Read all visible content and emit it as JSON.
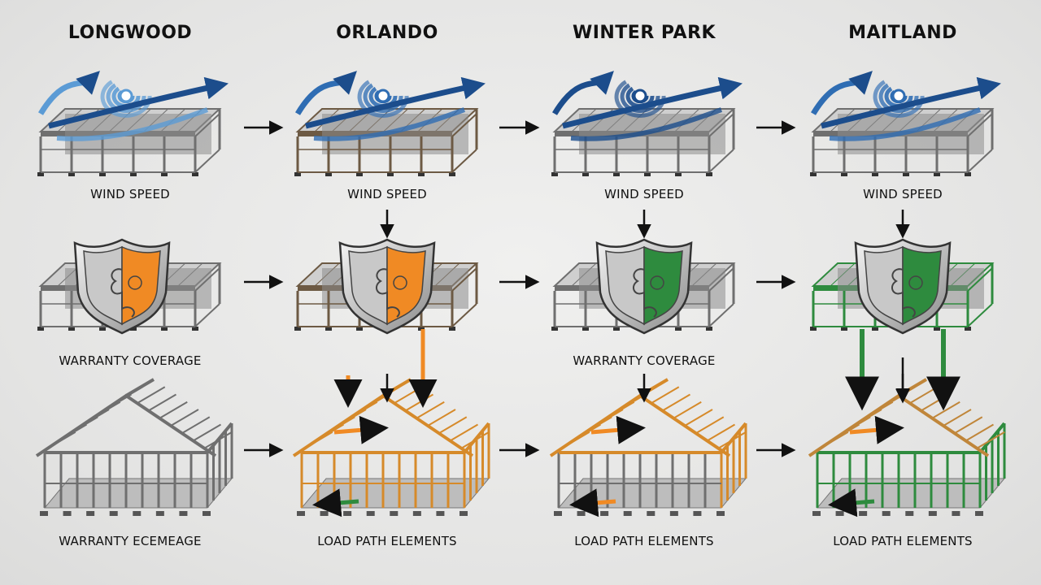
{
  "columns": [
    {
      "title": "LONGWOOD",
      "labels": {
        "wind": "WIND SPEED",
        "warranty": "WARRANTY COVERAGE",
        "load": "WARRANTY ECEMEAGE"
      }
    },
    {
      "title": "ORLANDO",
      "labels": {
        "wind": "WIND SPEED",
        "warranty": "",
        "load": "LOAD PATH ELEMENTS"
      }
    },
    {
      "title": "WINTER PARK",
      "labels": {
        "wind": "WIND SPEED",
        "warranty": "WARRANTY COVERAGE",
        "load": "LOAD PATH ELEMENTS"
      }
    },
    {
      "title": "MAITLAND",
      "labels": {
        "wind": "WIND SPEED",
        "warranty": "",
        "load": "LOAD PATH ELEMENTS"
      }
    }
  ],
  "colors": {
    "background": "#e6e6e5",
    "wind_light": "#5b9bd5",
    "wind_mid": "#2f6db3",
    "wind_dark": "#1c4d8c",
    "shield_gray": "#c8c8c8",
    "orange": "#f08a24",
    "green": "#2e8b3e",
    "frame_gray": "#6f6f6f",
    "frame_brown": "#6d5a44",
    "timber": "#d68a2a",
    "arrow": "#111111"
  },
  "cells": {
    "wind": [
      {
        "frame": "gray",
        "swirl": "light"
      },
      {
        "frame": "brown",
        "swirl": "mid"
      },
      {
        "frame": "gray",
        "swirl": "dark"
      },
      {
        "frame": "gray",
        "swirl": "mid"
      }
    ],
    "warranty": [
      {
        "frame": "gray",
        "shield_right": "orange"
      },
      {
        "frame": "brown",
        "shield_right": "orange"
      },
      {
        "frame": "gray",
        "shield_right": "green"
      },
      {
        "frame": "green",
        "shield_right": "green"
      }
    ],
    "load": [
      {
        "house": "gray"
      },
      {
        "house": "timber"
      },
      {
        "house": "timber-gray"
      },
      {
        "house": "green"
      }
    ]
  },
  "connectors": [
    {
      "type": "horizontal",
      "row": "wind",
      "from": 0
    },
    {
      "type": "horizontal",
      "row": "wind",
      "from": 1
    },
    {
      "type": "horizontal",
      "row": "wind",
      "from": 2
    },
    {
      "type": "horizontal",
      "row": "warranty",
      "from": 0
    },
    {
      "type": "horizontal",
      "row": "warranty",
      "from": 1
    },
    {
      "type": "horizontal",
      "row": "warranty",
      "from": 2
    },
    {
      "type": "horizontal",
      "row": "load",
      "from": 0
    },
    {
      "type": "horizontal",
      "row": "load",
      "from": 1
    },
    {
      "type": "horizontal",
      "row": "load",
      "from": 2
    },
    {
      "type": "vertical",
      "col": 1,
      "from_row": "wind"
    },
    {
      "type": "vertical",
      "col": 2,
      "from_row": "wind"
    },
    {
      "type": "vertical",
      "col": 3,
      "from_row": "wind"
    },
    {
      "type": "vertical",
      "col": 1,
      "from_row": "warranty"
    },
    {
      "type": "vertical",
      "col": 2,
      "from_row": "warranty"
    },
    {
      "type": "vertical",
      "col": 3,
      "from_row": "warranty"
    }
  ]
}
